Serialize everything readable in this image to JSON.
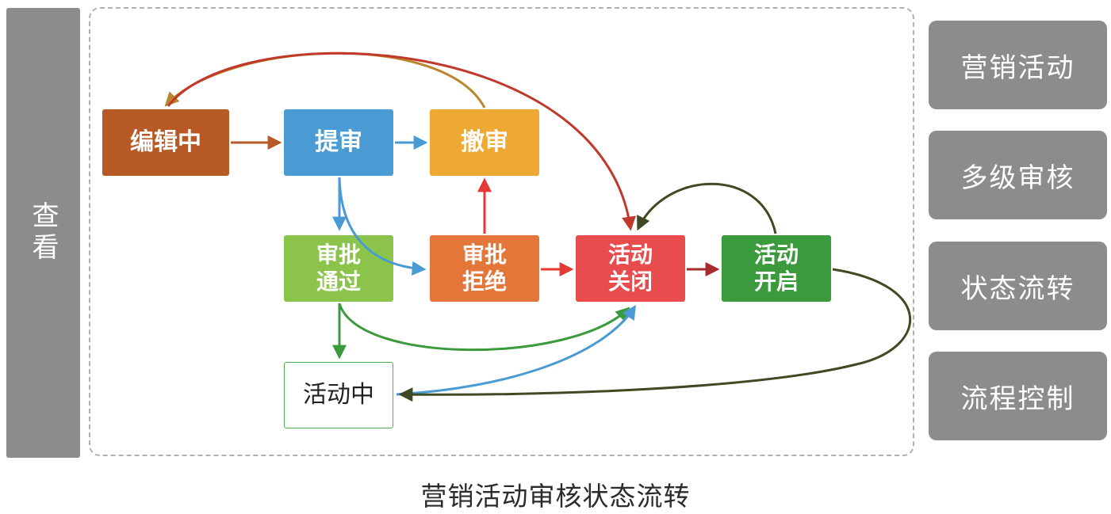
{
  "left_panel": {
    "label": "查看"
  },
  "nodes": {
    "editing": {
      "label": "编辑中",
      "color": "#b85a25"
    },
    "submit": {
      "label": "提审",
      "color": "#4a9bd4"
    },
    "withdraw": {
      "label": "撤审",
      "color": "#f0a834"
    },
    "approved": {
      "label": "审批\n通过",
      "color": "#8cc34a"
    },
    "rejected": {
      "label": "审批\n拒绝",
      "color": "#e5763a"
    },
    "closed": {
      "label": "活动\n关闭",
      "color": "#e84c4c"
    },
    "opened": {
      "label": "活动\n开启",
      "color": "#3a9a3c"
    },
    "in_progress": {
      "label": "活动中",
      "color": "#4caf50"
    }
  },
  "side_panels": [
    {
      "label": "营销活动"
    },
    {
      "label": "多级审核"
    },
    {
      "label": "状态流转"
    },
    {
      "label": "流程控制"
    }
  ],
  "caption": "营销活动审核状态流转",
  "colors": {
    "panel_gray": "#8c8c8c",
    "arrow_brown": "#b55a28",
    "arrow_blue": "#4a9bd4",
    "arrow_gold": "#b9872d",
    "arrow_red": "#c0392b",
    "arrow_green": "#3a9a3c",
    "arrow_dark_olive": "#3f4a23"
  }
}
